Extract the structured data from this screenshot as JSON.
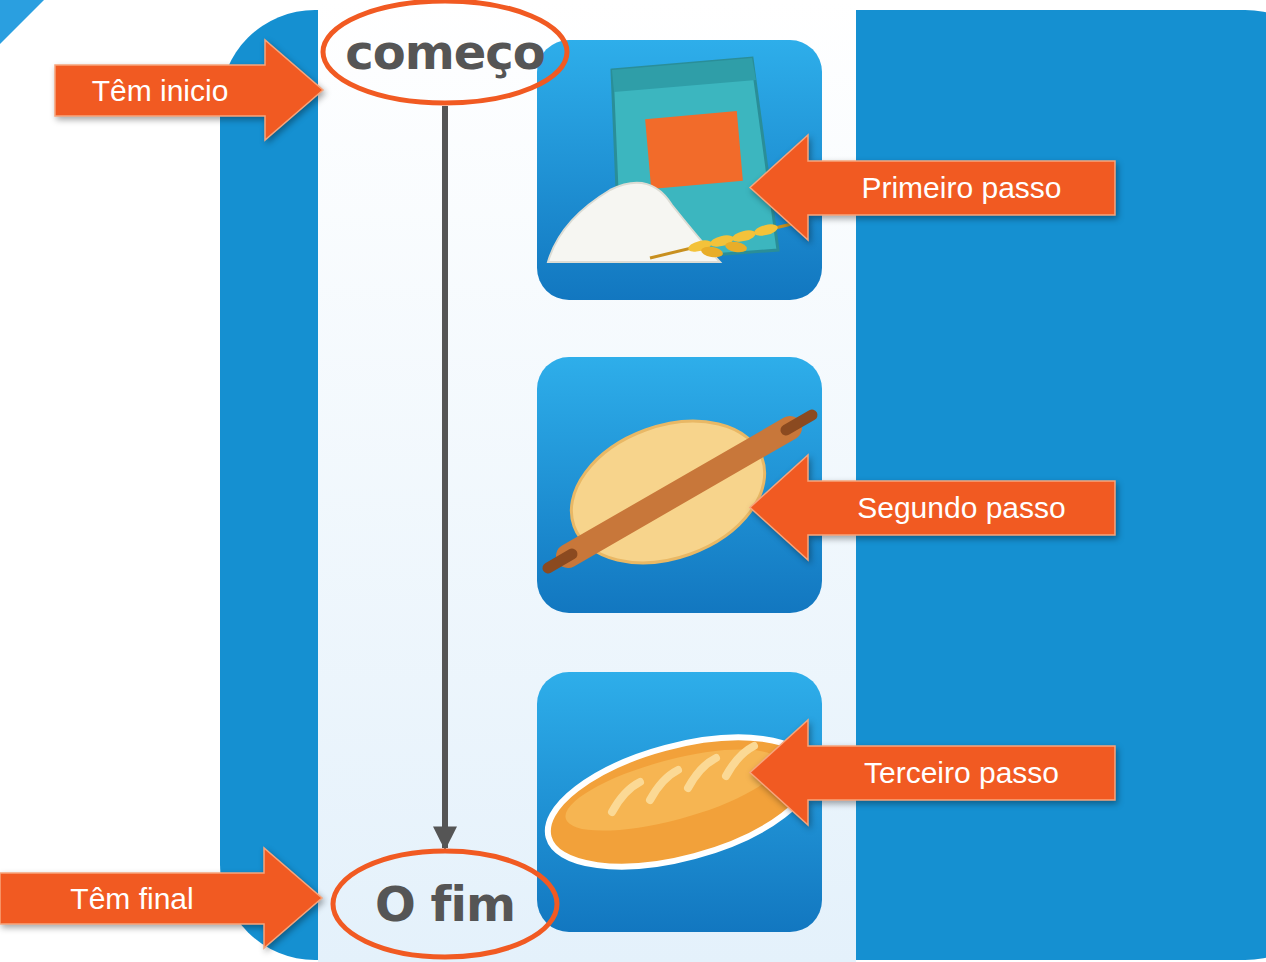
{
  "diagram": {
    "nodes": [
      {
        "text": [
          "Têm inicio"
        ]
      },
      {
        "text": [
          "começo"
        ]
      },
      {
        "text": [
          "Primeiro passo"
        ]
      },
      {
        "text": [
          "Segundo passo"
        ]
      },
      {
        "text": [
          "Terceiro passo"
        ]
      },
      {
        "text": [
          "Têm final"
        ]
      },
      {
        "text": [
          "O fim"
        ]
      }
    ],
    "edges": [
      {
        "from": 1,
        "to": 6,
        "arrow": "to"
      }
    ]
  }
}
